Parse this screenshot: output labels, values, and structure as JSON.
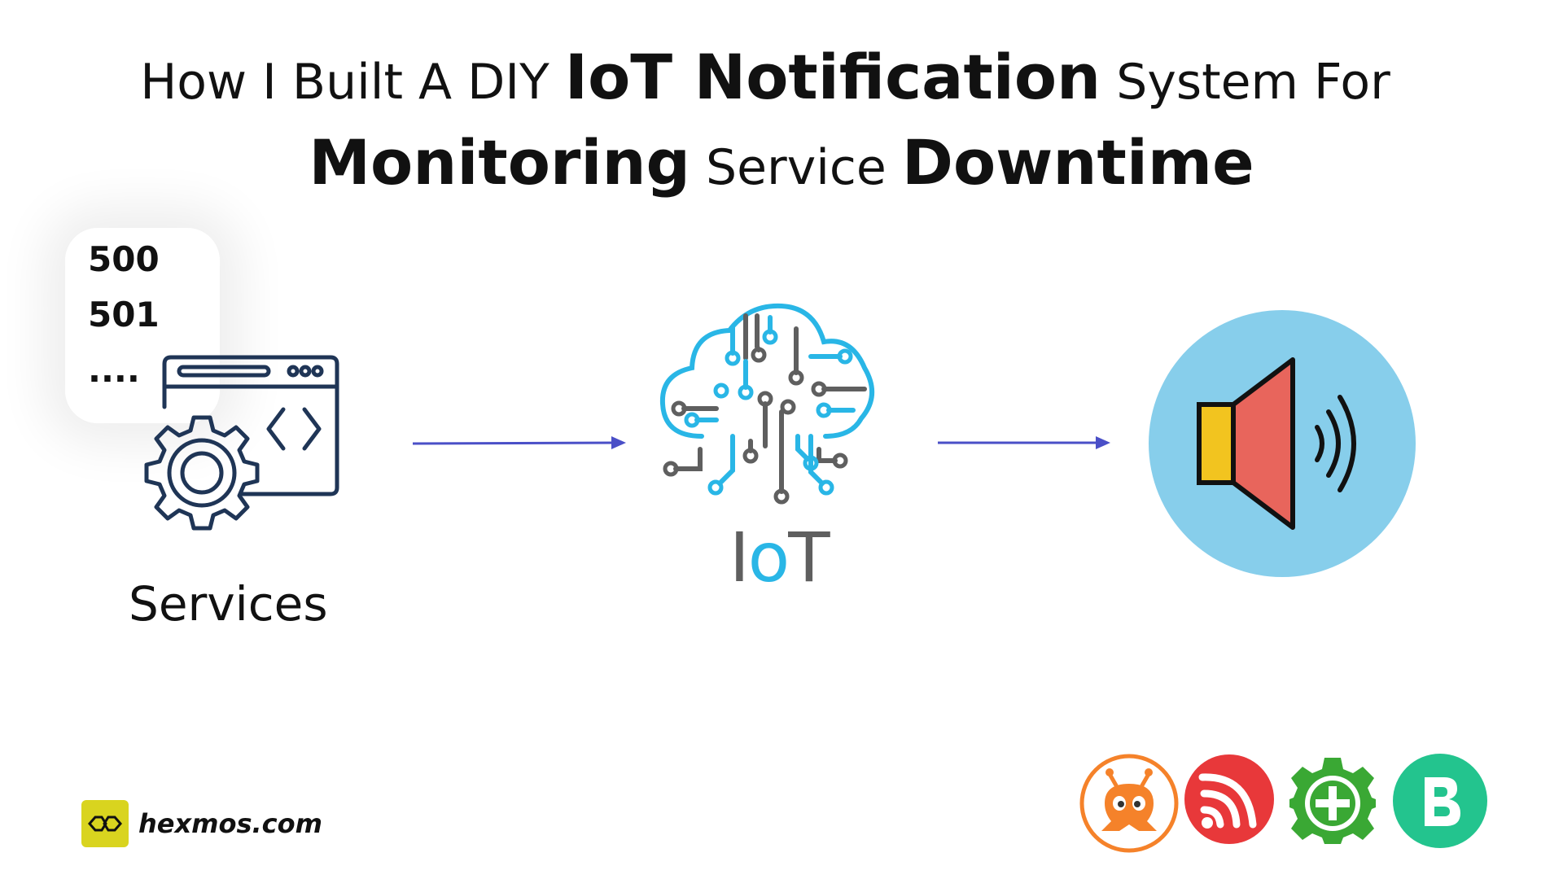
{
  "title": {
    "line1": [
      {
        "text": "How I Built A DIY ",
        "weight": "light"
      },
      {
        "text": "IoT Notification",
        "weight": "bold"
      },
      {
        "text": " System For",
        "weight": "light"
      }
    ],
    "line2": [
      {
        "text": "Monitoring",
        "weight": "bold"
      },
      {
        "text": " Service ",
        "weight": "light"
      },
      {
        "text": "Downtime",
        "weight": "bold"
      }
    ]
  },
  "status_codes": [
    "500",
    "501",
    "...."
  ],
  "nodes": {
    "services": {
      "label": "Services",
      "icon": "web-service-gear-icon"
    },
    "iot": {
      "label_i": "I",
      "label_o": "o",
      "label_t": "T",
      "icon": "iot-cloud-circuit-icon"
    },
    "speaker": {
      "icon": "speaker-sound-icon"
    }
  },
  "brand": {
    "text": "hexmos.com",
    "icon": "hexmos-logo-icon"
  },
  "tool_logos": [
    "platformio-icon",
    "espressif-icon",
    "arduino-library-gear-icon",
    "blynk-icon"
  ],
  "colors": {
    "arrow": "#4a4fc7",
    "service_icon": "#1f3556",
    "cloud_blue": "#29b6e6",
    "circuit_gray": "#5f5f5f",
    "speaker_bg": "#87ceeb",
    "speaker_body": "#e8655c",
    "speaker_magnet": "#f2c41f",
    "platformio_orange": "#f5822a",
    "espressif_red": "#e8383a",
    "gear_green": "#3aa834",
    "blynk_green": "#23c48e",
    "hexmos_yellow": "#d9d41f"
  }
}
